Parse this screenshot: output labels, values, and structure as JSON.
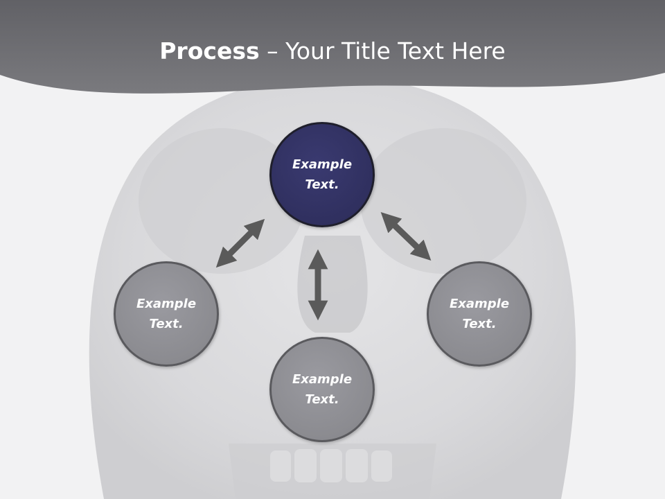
{
  "title": {
    "bold": "Process",
    "rest": " – Your Title Text Here"
  },
  "nodes": {
    "top": "Example Text.",
    "left": "Example Text.",
    "right": "Example Text.",
    "bottom": "Example Text."
  },
  "colors": {
    "header": "#6e6e72",
    "active_node": "#2f2f5e",
    "node": "#8b8b90",
    "arrow": "#5a5a5a"
  }
}
